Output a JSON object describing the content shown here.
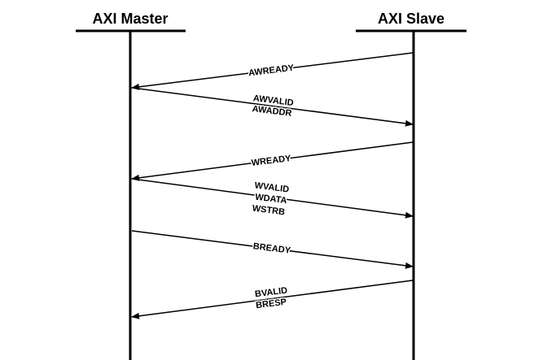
{
  "participants": {
    "left": "AXI Master",
    "right": "AXI Slave"
  },
  "messages": [
    {
      "direction": "to-left",
      "lines": [
        "AWREADY"
      ]
    },
    {
      "direction": "to-right",
      "lines": [
        "AWVALID",
        "AWADDR"
      ]
    },
    {
      "direction": "to-left",
      "lines": [
        "WREADY"
      ]
    },
    {
      "direction": "to-right",
      "lines": [
        "WVALID",
        "WDATA",
        "WSTRB"
      ]
    },
    {
      "direction": "to-right",
      "lines": [
        "BREADY"
      ]
    },
    {
      "direction": "to-left",
      "lines": [
        "BVALID",
        "BRESP"
      ]
    }
  ]
}
